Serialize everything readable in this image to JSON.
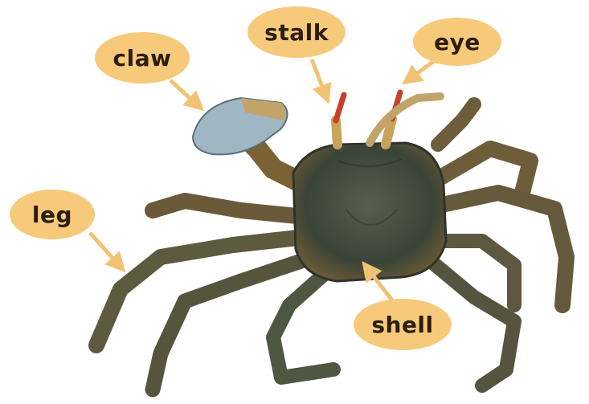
{
  "labels": {
    "claw": "claw",
    "stalk": "stalk",
    "eye": "eye",
    "leg": "leg",
    "shell": "shell"
  },
  "colors": {
    "bubble": "#f7c97a",
    "arrow": "#f2c274",
    "text": "#2b1d10",
    "shell": "#3f4a3c",
    "leg": "#6b5a3a",
    "claw": "#9fb7c3"
  },
  "image": "crab"
}
